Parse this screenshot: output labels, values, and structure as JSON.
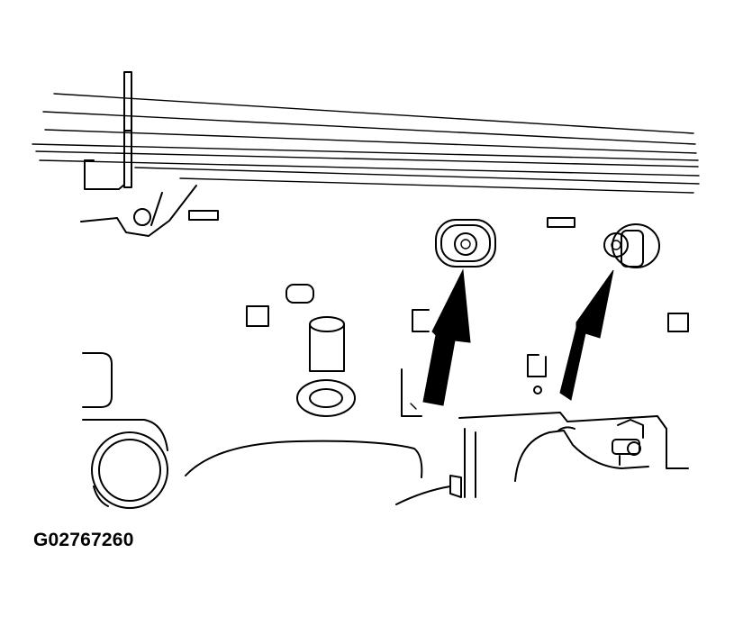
{
  "figure": {
    "label": "G02767260",
    "callouts": [
      "arrow-pointer",
      "arrow-pointer"
    ],
    "colors": {
      "line": "#000000",
      "background": "#ffffff"
    }
  }
}
